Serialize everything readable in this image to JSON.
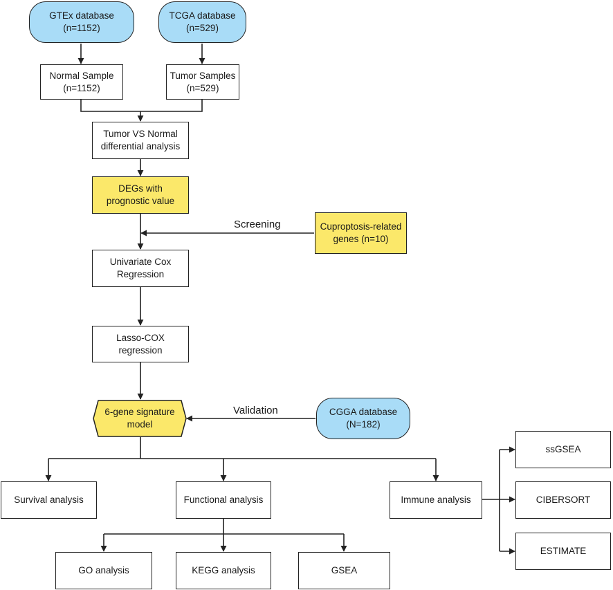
{
  "nodes": {
    "gtex": "GTEx database\n(n=1152)",
    "tcga": "TCGA database\n(n=529)",
    "normal": "Normal Sample\n(n=1152)",
    "tumor": "Tumor Samples\n(n=529)",
    "diff": "Tumor VS Normal\ndifferential analysis",
    "degs": "DEGs with\nprognostic value",
    "cupro": "Cuproptosis-related\ngenes (n=10)",
    "univariate": "Univariate Cox\nRegression",
    "lasso": "Lasso-COX\nregression",
    "signature": "6-gene signature\nmodel",
    "cgga": "CGGA database\n(N=182)",
    "survival": "Survival analysis",
    "functional": "Functional analysis",
    "immune": "Immune analysis",
    "ssgsea": "ssGSEA",
    "cibersort": "CIBERSORT",
    "estimate": "ESTIMATE",
    "go": "GO analysis",
    "kegg": "KEGG analysis",
    "gsea": "GSEA"
  },
  "edge_labels": {
    "screening": "Screening",
    "validation": "Validation"
  },
  "colors": {
    "database": "#a9dcf7",
    "highlight": "#fbe86a",
    "line": "#222222"
  }
}
